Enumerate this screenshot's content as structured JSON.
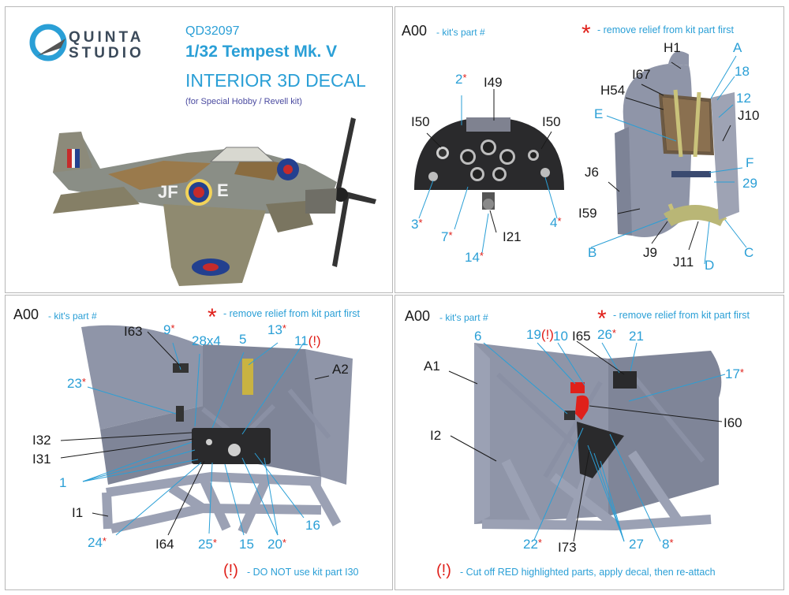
{
  "brand": {
    "line1": "QUINTA",
    "line2": "STUDIO"
  },
  "product": {
    "code": "QD32097",
    "scale_title": "1/32 Tempest Mk. V",
    "subtitle": "INTERIOR 3D DECAL",
    "kit_note": "(for Special Hobby / Revell kit)"
  },
  "aircraft": {
    "code_left": "JF",
    "code_right": "E"
  },
  "legend": {
    "code": "A00",
    "kit_part": "- kit's part #",
    "star": "*",
    "remove_relief": "- remove relief from kit part first"
  },
  "colors": {
    "accent_blue": "#2a9fd6",
    "warning_red": "#e0201a",
    "part_grey": "#8f95a8",
    "text_dark": "#1a1a1a"
  },
  "panel_dashboard": {
    "labels": {
      "p2": "2",
      "p2_star": "*",
      "i49": "I49",
      "i50_left": "I50",
      "i50_right": "I50",
      "p3": "3",
      "p3_star": "*",
      "p7": "7",
      "p7_star": "*",
      "p14": "14",
      "p14_star": "*",
      "i21": "I21",
      "p4": "4",
      "p4_star": "*"
    }
  },
  "panel_seat": {
    "labels": {
      "h1": "H1",
      "a": "A",
      "i67": "I67",
      "p18": "18",
      "h54": "H54",
      "p12": "12",
      "e": "E",
      "j10": "J10",
      "f": "F",
      "j6": "J6",
      "p29": "29",
      "i59": "I59",
      "b": "B",
      "j9": "J9",
      "j11": "J11",
      "d": "D",
      "c": "C"
    }
  },
  "panel_left_wall": {
    "labels": {
      "i63": "I63",
      "p9": "9",
      "p9_star": "*",
      "p28x4": "28x4",
      "p5": "5",
      "p13": "13",
      "p13_star": "*",
      "p11": "11",
      "p11_mark": "(!)",
      "p23": "23",
      "p23_star": "*",
      "a2": "A2",
      "i32": "I32",
      "i31": "I31",
      "p1": "1",
      "i1": "I1",
      "p16": "16",
      "p24": "24",
      "p24_star": "*",
      "i64": "I64",
      "p25": "25",
      "p25_star": "*",
      "p15": "15",
      "p20": "20",
      "p20_star": "*"
    },
    "footer_mark": "(!)",
    "footer_text": "- DO NOT use kit part I30"
  },
  "panel_right_wall": {
    "labels": {
      "p6": "6",
      "p19": "19",
      "p19_mark": "(!)",
      "p10": "10",
      "i65": "I65",
      "p26": "26",
      "p26_star": "*",
      "p21": "21",
      "a1": "A1",
      "p17": "17",
      "p17_star": "*",
      "i60": "I60",
      "i2": "I2",
      "p22": "22",
      "p22_star": "*",
      "i73": "I73",
      "p27": "27",
      "p8": "8",
      "p8_star": "*"
    },
    "footer_mark": "(!)",
    "footer_text": "- Cut off RED highlighted parts, apply decal, then re-attach"
  }
}
